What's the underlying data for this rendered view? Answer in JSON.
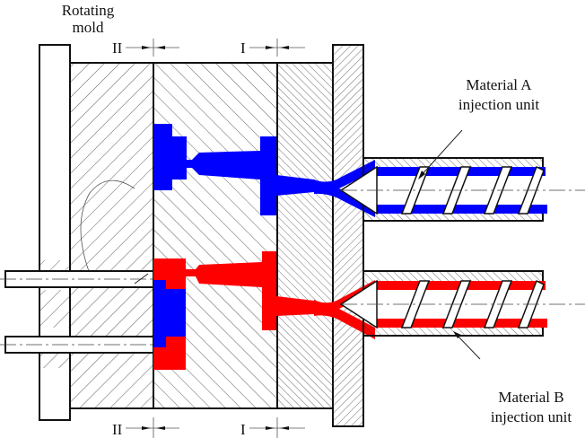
{
  "title": "Rotating mold two-component injection molding schematic",
  "labels": {
    "rotating_mold": [
      "Rotating",
      "mold"
    ],
    "material_a": [
      "Material A",
      "injection unit"
    ],
    "material_b": [
      "Material B",
      "injection unit"
    ]
  },
  "section_marks": {
    "top": [
      {
        "name": "II"
      },
      {
        "name": "I"
      }
    ],
    "bottom": [
      {
        "name": "II"
      },
      {
        "name": "I"
      }
    ]
  },
  "colors": {
    "material_a": "#0000ff",
    "material_b": "#ff0000",
    "outline": "#111111",
    "hatch": "#333333",
    "background": "#ffffff"
  },
  "screw_flights_per_unit": 4
}
